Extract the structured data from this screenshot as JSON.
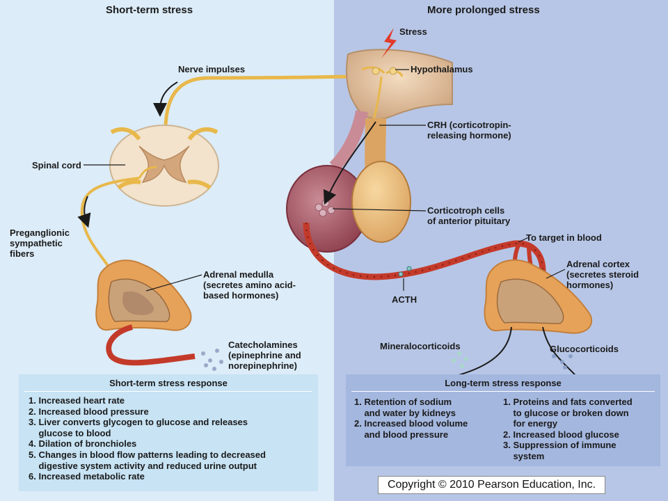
{
  "titles": {
    "left": "Short-term stress",
    "right": "More prolonged stress"
  },
  "labels": {
    "stress": "Stress",
    "hypothalamus": "Hypothalamus",
    "nerve_impulses": "Nerve impulses",
    "spinal_cord": "Spinal cord",
    "crh": [
      "CRH (corticotropin-",
      "releasing hormone)"
    ],
    "corticotroph": [
      "Corticotroph cells",
      "of anterior pituitary"
    ],
    "to_target": "To target in blood",
    "preganglionic": [
      "Preganglionic",
      "sympathetic",
      "fibers"
    ],
    "adrenal_medulla": [
      "Adrenal medulla",
      "(secretes amino acid-",
      "based hormones)"
    ],
    "adrenal_cortex": [
      "Adrenal cortex",
      "(secretes steroid",
      "hormones)"
    ],
    "acth": "ACTH",
    "catecholamines": [
      "Catecholamines",
      "(epinephrine and",
      "norepinephrine)"
    ],
    "mineralocorticoids": "Mineralocorticoids",
    "glucocorticoids": "Glucocorticoids"
  },
  "short_term": {
    "title": "Short-term stress response",
    "items": [
      "1. Increased heart rate",
      "2. Increased blood pressure",
      "3. Liver converts glycogen to glucose and releases",
      "    glucose to blood",
      "4. Dilation of bronchioles",
      "5. Changes in blood flow patterns leading to decreased",
      "    digestive system activity and reduced urine output",
      "6. Increased metabolic rate"
    ]
  },
  "long_term": {
    "title": "Long-term stress response",
    "col1": [
      "1. Retention of sodium",
      "    and water by kidneys",
      "2. Increased blood volume",
      "    and blood pressure"
    ],
    "col2": [
      "1. Proteins and fats converted",
      "    to glucose or broken down",
      "    for energy",
      "2. Increased blood glucose",
      "3. Suppression of immune",
      "    system"
    ]
  },
  "copyright": "Copyright © 2010 Pearson Education, Inc.",
  "colors": {
    "left_bg": "#dcecf8",
    "right_bg": "#b7c6e6",
    "nerve": "#e8b84a",
    "vessel": "#c43a2a",
    "gland": "#e7a25a",
    "stress_bolt": "#e23a2a"
  }
}
